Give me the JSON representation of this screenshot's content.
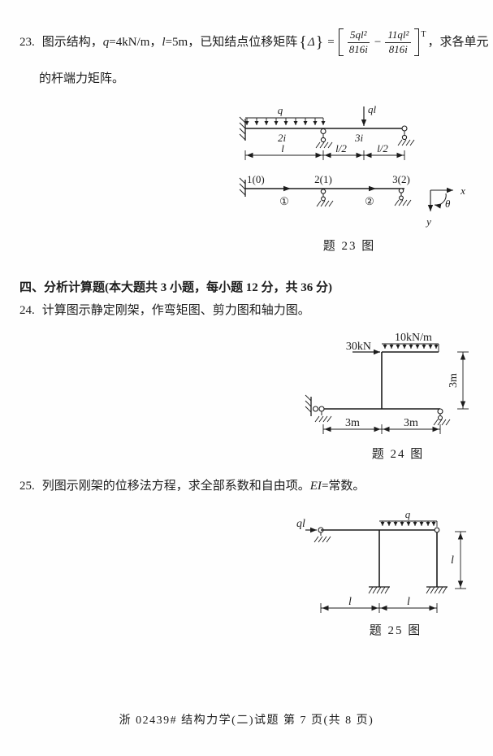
{
  "q23": {
    "number": "23.",
    "intro1": "图示结构，",
    "var_q": "q",
    "eq_q": "=4kN/m，",
    "var_l": "l",
    "eq_l": "=5m，",
    "intro2": "已知结点位移矩阵",
    "brace_open": "{",
    "delta": "Δ",
    "brace_close": "}",
    "equals": "=",
    "frac1_num": "5ql²",
    "frac1_den": "816i",
    "minus": "−",
    "frac2_num": "11ql²",
    "frac2_den": "816i",
    "transpose": "T",
    "tail": "，求各单元",
    "line2": "的杆端力矩阵。"
  },
  "fig23": {
    "q_label": "q",
    "ql_label": "ql",
    "stiff_left": "2i",
    "stiff_right": "3i",
    "dim_l": "l",
    "dim_l2_a": "l/2",
    "dim_l2_b": "l/2",
    "node1": "1(0)",
    "node2": "2(1)",
    "node3": "3(2)",
    "elem1": "①",
    "elem2": "②",
    "axis_x": "x",
    "axis_y": "y",
    "axis_theta": "θ",
    "caption": "题 23 图"
  },
  "section4": {
    "heading": "四、分析计算题(本大题共 3 小题，每小题 12 分，共 36 分)"
  },
  "q24": {
    "number": "24.",
    "text": "计算图示静定刚架，作弯矩图、剪力图和轴力图。"
  },
  "fig24": {
    "force": "30kN",
    "udl": "10kN/m",
    "dim_height": "3m",
    "dim_left": "3m",
    "dim_right": "3m",
    "caption": "题 24 图"
  },
  "q25": {
    "number": "25.",
    "text": "列图示刚架的位移法方程，求全部系数和自由项。",
    "ei": "EI",
    "tail": "=常数。"
  },
  "fig25": {
    "force": "ql",
    "udl": "q",
    "dim_height": "l",
    "dim_left": "l",
    "dim_right": "l",
    "caption": "题 25 图"
  },
  "footer": "浙 02439# 结构力学(二)试题 第 7 页(共 8 页)"
}
